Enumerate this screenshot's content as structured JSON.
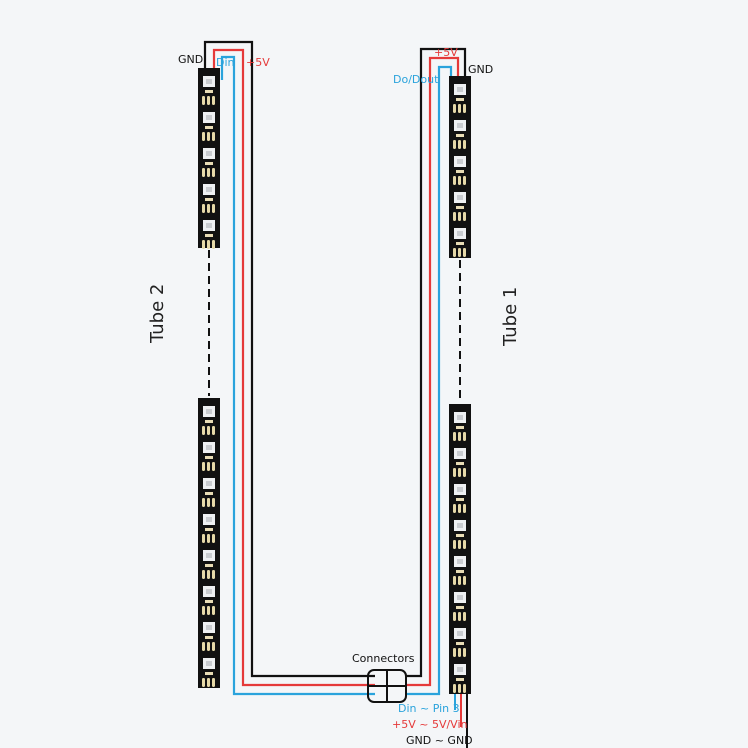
{
  "diagram": {
    "colors": {
      "background": "#f4f6f8",
      "gnd": "#111111",
      "v5": "#e53a3a",
      "data": "#2aa3dc",
      "strip": "#111111"
    },
    "tube1": {
      "label": "Tube 1"
    },
    "tube2": {
      "label": "Tube 2"
    },
    "labels": {
      "tube2_gnd": "GND",
      "tube2_din": "Din",
      "tube2_5v": "+5V",
      "tube1_5v": "+5V",
      "tube1_gnd": "GND",
      "tube1_dout": "Do/Dout",
      "connectors": "Connectors",
      "input_din": "Din ~ Pin 3",
      "input_5v": "+5V ~ 5V/Vin",
      "input_gnd": "GND ~ GND"
    }
  }
}
